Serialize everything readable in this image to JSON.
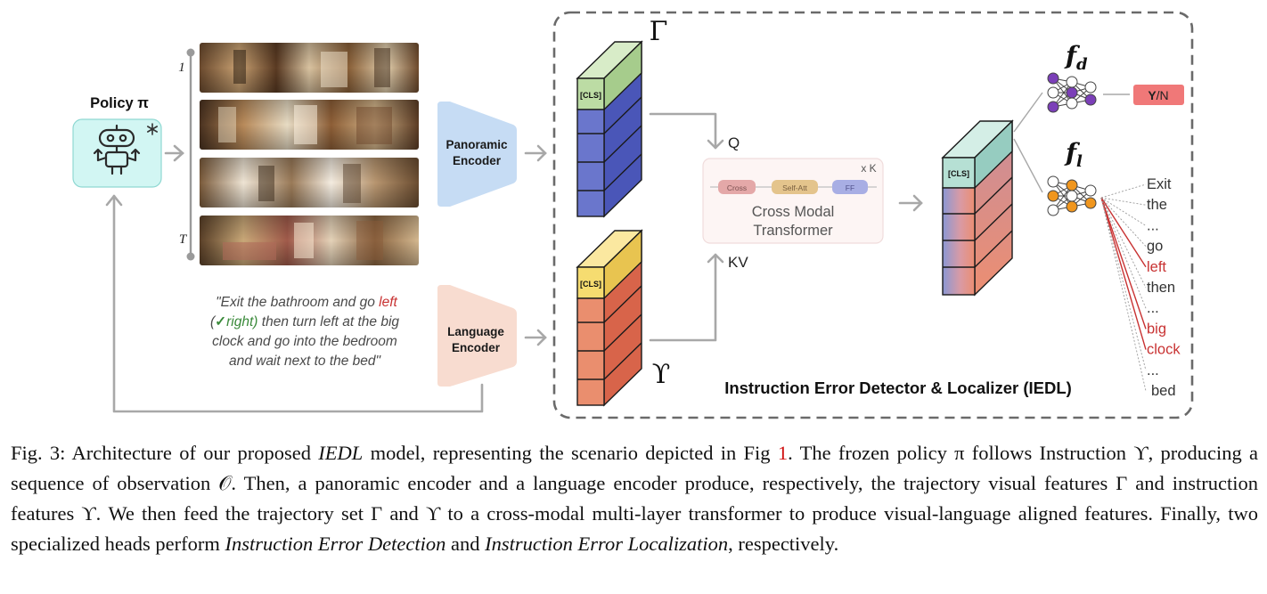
{
  "policy": {
    "label": "Policy π",
    "snow_icon": "snowflake-icon",
    "robot_icon": "robot-icon"
  },
  "trajectory": {
    "start_label": "1",
    "end_label": "T"
  },
  "instruction": {
    "line1_a": "\"Exit the bathroom and go ",
    "line1_err": "left",
    "line2_open": "(",
    "line2_check": "✓",
    "line2_fix": "right)",
    "line2_rest": " then turn left at the big",
    "line3": "clock and go into the bedroom",
    "line4": "and wait next to the bed\""
  },
  "panoramic_encoder": {
    "line1": "Panoramic",
    "line2": "Encoder"
  },
  "language_encoder": {
    "line1": "Language",
    "line2": "Encoder"
  },
  "features": {
    "visual_symbol": "Γ",
    "lang_symbol": "ϒ",
    "cls": "[CLS]"
  },
  "transformer": {
    "repeat": "x K",
    "blocks": [
      "Cross",
      "Self-Att",
      "FF"
    ],
    "title1": "Cross Modal",
    "title2": "Transformer",
    "q_label": "Q",
    "kv_label": "KV"
  },
  "heads": {
    "detector_symbol": "f",
    "detector_sub": "d",
    "localizer_symbol": "f",
    "localizer_sub": "l",
    "output_yes": "Y",
    "output_no": "/N"
  },
  "tokens": [
    {
      "text": "Exit",
      "error": false
    },
    {
      "text": "the",
      "error": false
    },
    {
      "text": "...",
      "error": false
    },
    {
      "text": "go",
      "error": false
    },
    {
      "text": "left",
      "error": true
    },
    {
      "text": "then",
      "error": false
    },
    {
      "text": "...",
      "error": false
    },
    {
      "text": "big",
      "error": true
    },
    {
      "text": "clock",
      "error": true
    },
    {
      "text": "...",
      "error": false
    },
    {
      "text": "bed",
      "error": false
    }
  ],
  "iedl_title": "Instruction Error Detector & Localizer (IEDL)",
  "caption": {
    "p1": "Fig. 3: Architecture of our proposed ",
    "i1": "IEDL",
    "p2": " model, representing the scenario depicted in Fig ",
    "ref": "1",
    "p3": ". The frozen policy π follows Instruction ϒ, producing a sequence of observation 𝒪. Then, a panoramic encoder and a language encoder produce, respectively, the trajectory visual features Γ and instruction features ϒ. We then feed the trajectory set Γ and ϒ to a cross-modal multi-layer transformer to produce visual-language aligned features. Finally, two specialized heads perform ",
    "i2": "Instruction Error Detection",
    "p4": " and ",
    "i3": "Instruction Error Localization",
    "p5": ", respectively."
  },
  "colors": {
    "gray_arrow": "#a8a8a8",
    "policy_fill": "#d2f6f3",
    "pano_fill": "#c6dcf4",
    "lang_fill": "#f8dcd0",
    "cls_green": "#bcdca4",
    "vis_blue": "#6a76cc",
    "cls_yellow": "#f6dc70",
    "lang_orange": "#ea8e6e",
    "fused_cls": "#b6e0d4",
    "error_red": "#c83232",
    "fix_green": "#3a8a3a",
    "node_purple": "#7b3fb8",
    "node_orange": "#f0961e",
    "yn_fill": "#f07878"
  }
}
